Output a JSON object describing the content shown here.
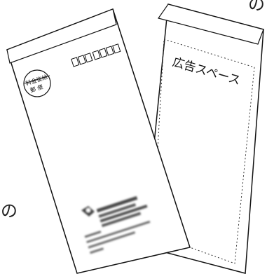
{
  "fragments": {
    "top_right": "の",
    "bottom_left": "の"
  },
  "front_envelope": {
    "stamp_text_line1": "料金後納",
    "stamp_text_line2": "郵 便",
    "postal_code_boxes": 7
  },
  "back_envelope": {
    "ad_space_label": "広告スペース"
  },
  "colors": {
    "outline": "#111111",
    "paper": "#ffffff",
    "dotted_frame": "#333333",
    "blur_text": "#555555"
  }
}
